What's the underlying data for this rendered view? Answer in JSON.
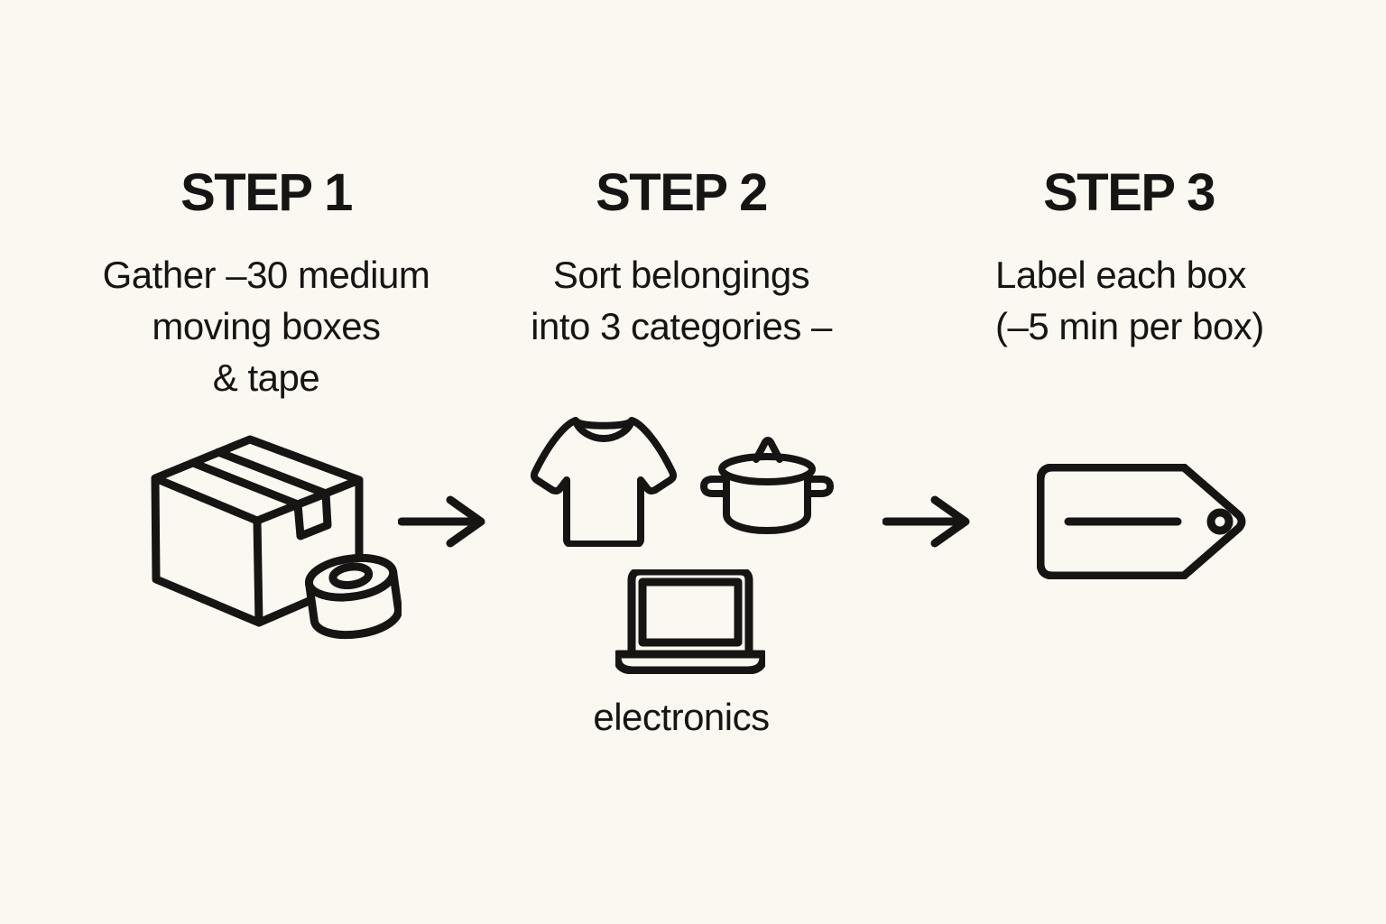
{
  "colors": {
    "background": "#FAF8F0",
    "ink": "#171513"
  },
  "steps": [
    {
      "title": "STEP 1",
      "lines": [
        "Gather –30 medium",
        "moving boxes",
        "& tape"
      ],
      "icons": [
        "moving-box-icon",
        "tape-roll-icon"
      ]
    },
    {
      "title": "STEP 2",
      "lines": [
        "Sort belongings",
        "into 3 categories –"
      ],
      "icons": [
        "tshirt-icon",
        "cooking-pot-icon",
        "laptop-icon"
      ],
      "caption": "electronics"
    },
    {
      "title": "STEP 3",
      "lines": [
        "Label each box",
        "(–5 min per box)"
      ],
      "icons": [
        "label-tag-icon"
      ]
    }
  ],
  "arrows": [
    "right-arrow",
    "right-arrow"
  ]
}
